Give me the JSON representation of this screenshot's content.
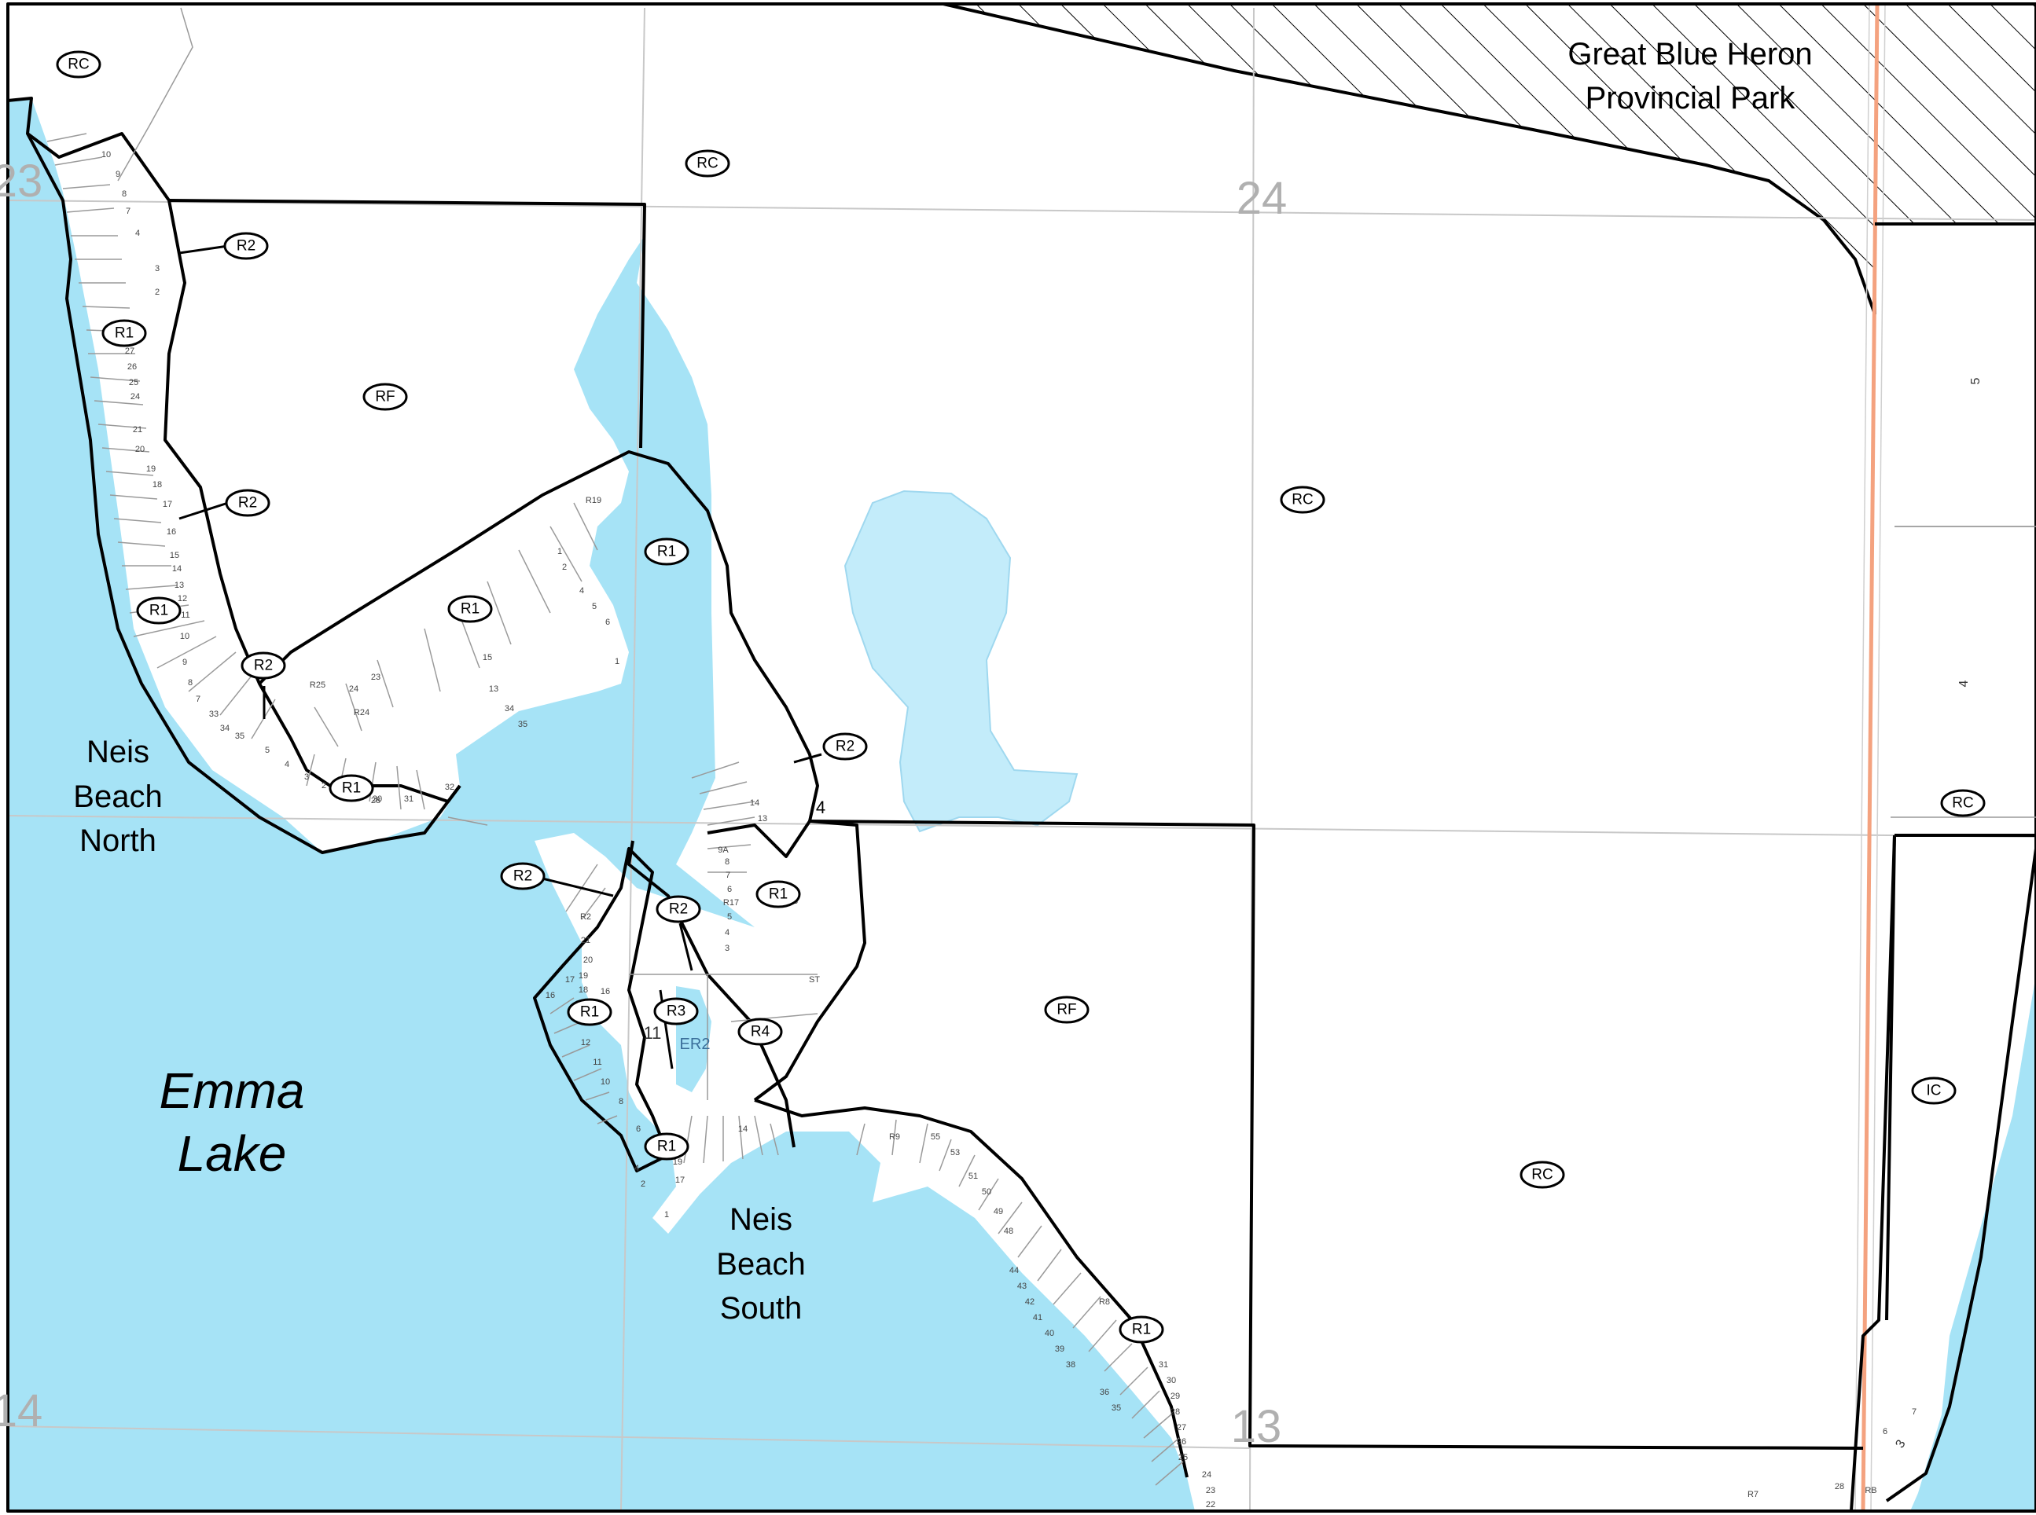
{
  "map": {
    "park_label_line1": "Great Blue Heron",
    "park_label_line2": "Provincial Park",
    "lake_label_line1": "Emma",
    "lake_label_line2": "Lake",
    "neis_north": [
      "Neis",
      "Beach",
      "North"
    ],
    "neis_south": [
      "Neis",
      "Beach",
      "South"
    ],
    "section_numbers": [
      "23",
      "24",
      "14",
      "13"
    ],
    "er_label": "ER2",
    "lot_11": "11",
    "block_4": "4",
    "right_lot_5": "5",
    "right_lot_4": "4",
    "right_lot_3": "3",
    "colors": {
      "water": "#a6e3f6",
      "pond": "#c3ecfa",
      "highway": "#f4a27f",
      "boundary": "#000000",
      "grid": "#c8c8c8"
    }
  },
  "zones": [
    {
      "code": "RC"
    },
    {
      "code": "RC"
    },
    {
      "code": "RC"
    },
    {
      "code": "RC"
    },
    {
      "code": "RC"
    },
    {
      "code": "RF"
    },
    {
      "code": "RF"
    },
    {
      "code": "IC"
    },
    {
      "code": "R1"
    },
    {
      "code": "R1"
    },
    {
      "code": "R1"
    },
    {
      "code": "R1"
    },
    {
      "code": "R1"
    },
    {
      "code": "R1"
    },
    {
      "code": "R1"
    },
    {
      "code": "R1"
    },
    {
      "code": "R1"
    },
    {
      "code": "R2"
    },
    {
      "code": "R2"
    },
    {
      "code": "R2"
    },
    {
      "code": "R2"
    },
    {
      "code": "R2"
    },
    {
      "code": "R2"
    },
    {
      "code": "R3"
    },
    {
      "code": "R4"
    }
  ]
}
